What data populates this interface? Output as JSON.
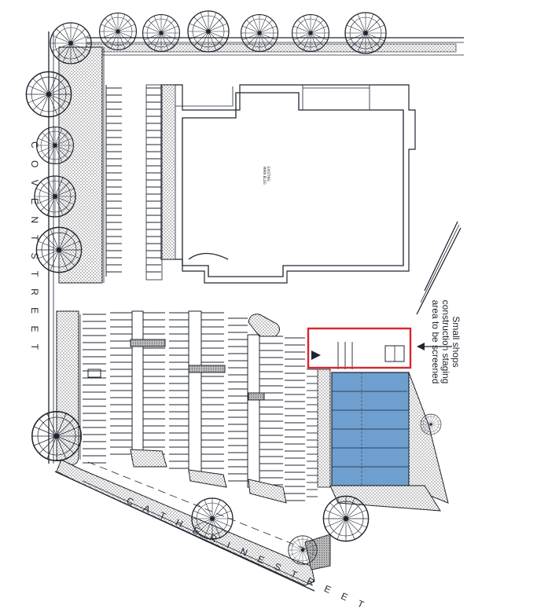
{
  "streets": {
    "vertical": "C O V E N T   S T R E E T",
    "diagonal": "C A T H E R I N E   S T R E E T"
  },
  "callout": {
    "line1": "Small shops",
    "line2": "construction staging",
    "line3": "area to be screened"
  },
  "colors": {
    "ink": "#1f2430",
    "staging_box": "#d8262e",
    "shops_fill": "#6f9fcf",
    "hatch": "#6b6b6b"
  },
  "icons": [
    "tree-icon",
    "arrow-icon"
  ]
}
